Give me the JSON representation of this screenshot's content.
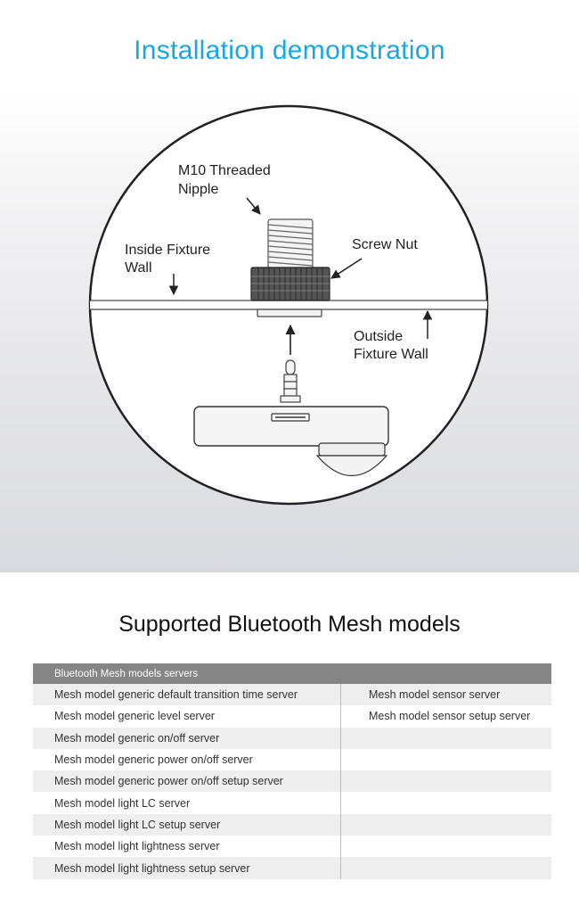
{
  "installation": {
    "title": "Installation demonstration",
    "labels": {
      "nipple_line1": "M10 Threaded",
      "nipple_line2": "Nipple",
      "inside_line1": "Inside Fixture",
      "inside_line2": "Wall",
      "screw_nut": "Screw Nut",
      "outside_line1": "Outside",
      "outside_line2": "Fixture Wall"
    }
  },
  "mesh": {
    "title": "Supported Bluetooth Mesh models",
    "header": "Bluetooth Mesh models servers",
    "rows": [
      [
        "Mesh model generic default transition time server",
        "Mesh model sensor server"
      ],
      [
        "Mesh model generic level server",
        "Mesh model sensor setup server"
      ],
      [
        "Mesh model generic on/off server",
        ""
      ],
      [
        "Mesh model generic power on/off server",
        ""
      ],
      [
        "Mesh model generic power on/off setup server",
        ""
      ],
      [
        "Mesh model light LC server",
        ""
      ],
      [
        "Mesh model light LC setup server",
        ""
      ],
      [
        "Mesh model light lightness server",
        ""
      ],
      [
        "Mesh model light lightness setup server",
        ""
      ]
    ]
  }
}
